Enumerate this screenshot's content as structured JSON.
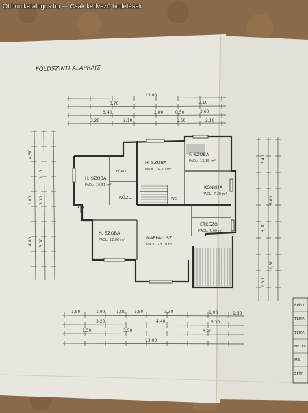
{
  "watermark": "Otthonikatalogus.hu — Csak kedvező hirdetések",
  "drawing": {
    "title": "FÖLDSZINTI ALAPRAJZ",
    "colors": {
      "background": "#8a6a48",
      "paper": "#ece9e2",
      "paper_shadow": "#d7d3ca",
      "ink": "#2e2e2e",
      "hatch": "#5a5a5a"
    },
    "top_dimensions": {
      "overall": "13,00",
      "row2": [
        "3,70",
        "3,10"
      ],
      "row3": [
        "3,40",
        "2,00",
        "0,50",
        "3,60"
      ],
      "row4": [
        "3,20",
        "2,10",
        "1,60",
        "2,10"
      ]
    },
    "bottom_dimensions": {
      "overall": "13,00",
      "row1": [
        "1,80",
        "1,00",
        "1,00",
        "1,80",
        "3,30",
        "1,00",
        "1,50"
      ],
      "row2": [
        "3,20",
        "4,40",
        "3,30"
      ],
      "row3": [
        "1,50",
        "3,50",
        "3,20"
      ]
    },
    "left_dimensions": [
      "4,50",
      "2,10",
      "3,30",
      "1,80",
      "4,80",
      "3,00"
    ],
    "right_dimensions": [
      "2,40",
      "6,60",
      "3,00",
      "1,50",
      "1,50"
    ],
    "rooms": [
      {
        "name": "H. SZOBA",
        "area": "PADL. 16,70 m²"
      },
      {
        "name": "F. SZOBA",
        "area": "PADL. 13,15 m²"
      },
      {
        "name": "H. SZOBA",
        "area": "PADL. 10,51 m²"
      },
      {
        "name": "KÖZL.",
        "area": ""
      },
      {
        "name": "KONYHA",
        "area": "PADL. 7,20 m²"
      },
      {
        "name": "ÉTKEZŐ",
        "area": "PADL. 7,60 m²"
      },
      {
        "name": "NAPPALI SZ.",
        "area": "PADL. 23,10 m²"
      },
      {
        "name": "H. SZOBA",
        "area": "PADL. 12,80 m²"
      },
      {
        "name": "FÜRD.",
        "area": ""
      },
      {
        "name": "WC",
        "area": ""
      }
    ],
    "legend_rows": [
      "ÉPÍTT.",
      "TERV.",
      "TERV.",
      "HELYR.",
      "MÉ.",
      "ÉPÍT."
    ]
  }
}
